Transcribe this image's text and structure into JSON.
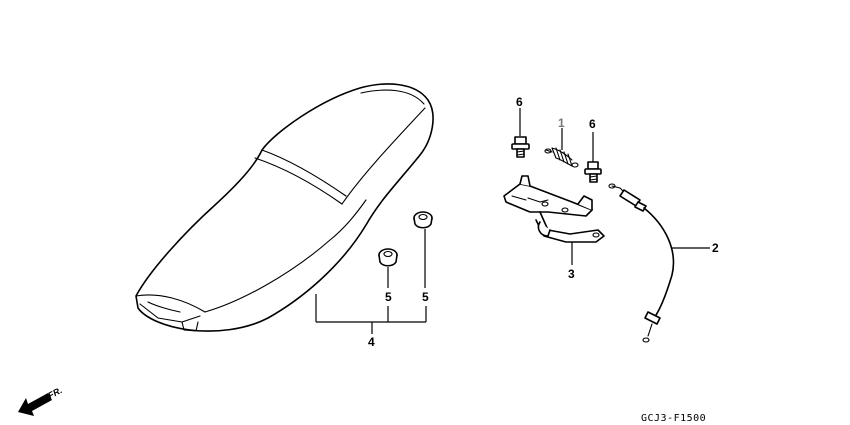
{
  "callouts": {
    "c1": "1",
    "c2": "2",
    "c3": "3",
    "c4": "4",
    "c5a": "5",
    "c5b": "5",
    "c6a": "6",
    "c6b": "6"
  },
  "direction_label": "FR.",
  "diagram_code": "GCJ3-F1500",
  "colors": {
    "line": "#000000",
    "muted_callout": "#777777",
    "background": "#ffffff"
  }
}
